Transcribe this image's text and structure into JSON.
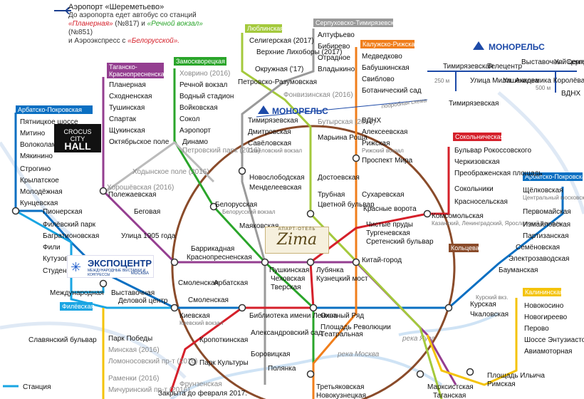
{
  "airport": {
    "title": "Аэропорт «Шереметьево»",
    "line1": "До аэропорта едет автобус со станций",
    "planernaya": "«Планерная»",
    "planernaya_num": "(№817) и",
    "rechnoy": "«Речной вокзал»",
    "rechnoy_num": "(№851)",
    "line3": "и Аэроэкспресс с",
    "belorusskaya": "«Белорусской»."
  },
  "crocus": {
    "line1": "CROCUS",
    "line2": "CITY",
    "line3": "HALL"
  },
  "zima": {
    "small": "АПАРТ-ОТЕЛЬ",
    "big": "Zima"
  },
  "expo": {
    "big": "ЭКСПОЦЕНТР",
    "small": "МЕЖДУНАРОДНЫЕ ВЫСТАВКИ И КОНГРЕССЫ",
    "sub": "МОСКВА"
  },
  "monorail": {
    "logo_right": "МОНОРЕЛЬС",
    "logo_center": "МОНОРЕЛЬС",
    "detailed": "подробная схема",
    "stations": [
      "Тимирязевская",
      "Телецентр",
      "Выставочный центр",
      "Ул. Сергея Эйзенштейна",
      "Улица Милашенкова",
      "Ул. Академика Королёва",
      "ВДНХ"
    ],
    "dist1": "250 м",
    "dist2": "500 м"
  },
  "tags": [
    {
      "id": "arbatsko-1",
      "text": "Арбатско-Покровская",
      "color": "#0a6fc2"
    },
    {
      "id": "taganskaya",
      "text": "Таганско-",
      "text2": "Краснопресненская",
      "color": "#943e90"
    },
    {
      "id": "zamoskv",
      "text": "Замоскворецкая",
      "color": "#2aa52a"
    },
    {
      "id": "lyublinskaya",
      "text": "Люблинская",
      "color": "#a4c93c"
    },
    {
      "id": "serpukh",
      "text": "Серпуховско-Тимирязевская",
      "color": "#9a9a9a"
    },
    {
      "id": "kaluzh",
      "text": "Калужско-Рижская",
      "color": "#f07e1b"
    },
    {
      "id": "sokol",
      "text": "Сокольническая",
      "color": "#d5202a"
    },
    {
      "id": "arbatsko-2",
      "text": "Арбатско-Покровская",
      "color": "#0a6fc2"
    },
    {
      "id": "kaliniskaya",
      "text": "Калининская",
      "color": "#f4c30a",
      "dark": true
    },
    {
      "id": "filevskaya",
      "text": "Филёвская",
      "color": "#19a5e3"
    },
    {
      "id": "koltsevaya",
      "text": "Кольцевая",
      "color": "#8a4b2a"
    }
  ],
  "stations": {
    "arbatsko_left": [
      "Пятницкое шоссе",
      "Митино",
      "Волоколамская",
      "Мякинино",
      "Строгино",
      "Крылатское",
      "Молодёжная",
      "Кунцевская"
    ],
    "tagansk_left": [
      "Планерная",
      "Сходненская",
      "Тушинская",
      "Спартак",
      "Щукинская",
      "Октябрьское поле"
    ],
    "tagansk_mid": [
      "Полежаевская",
      "Беговая",
      "Улица 1905 года",
      "Баррикадная",
      "Краснопресненская"
    ],
    "zamosk_left": [
      "Ховрино (2016)",
      "Речной вокзал",
      "Водный стадион",
      "Войковская",
      "Сокол",
      "Аэропорт",
      "Динамо"
    ],
    "zamosk_extra": [
      "Петровский парк (2016)"
    ],
    "khodynskoe": [
      "Ходынское поле (2016)",
      "Хорошёвская (2016)"
    ],
    "lyublin": [
      "Селигерская (2017)",
      "Верхние Лихоборы (2017)",
      "Окружная ('17)",
      "Петровско-Разумовская",
      "Фонвизинская (2016)",
      "Бутырская (2016)",
      "Марьина Роща",
      "Достоевская",
      "Трубная"
    ],
    "serp_top": [
      "Алтуфьево",
      "Бибирево",
      "Отрадное",
      "Владыкино"
    ],
    "serp_mid": [
      "Тимирязевская",
      "Дмитровская",
      "Савёловская",
      "Савёловский вокзал",
      "Новослободская",
      "Менделеевская",
      "Цветной бульвар",
      "Чеховская",
      "Боровицкая",
      "Полянка"
    ],
    "kaluzh": [
      "Медведково",
      "Бабушкинская",
      "Свиблово",
      "Ботанический сад",
      "ВДНХ",
      "Алексеевская",
      "Рижская",
      "Рижский вокзал",
      "Проспект Мира",
      "Сухаревская",
      "Тургеневская",
      "Китай-город",
      "Третьяковская"
    ],
    "sokol": [
      "Бульвар Рокоссовского",
      "Черкизовская",
      "Преображенская площадь",
      "Сокольники",
      "Красносельская",
      "Комсомольская",
      "Красные ворота",
      "Чистые пруды",
      "Лубянка",
      "Охотный Ряд",
      "Библиотека имени Ленина",
      "Кропоткинская",
      "Парк Культуры",
      "Фрунзенская",
      "Закрыта до февраля 2017."
    ],
    "kazan_note": "Казанский, Ленинградский, Ярославский вокзалы",
    "arbatsko_right": [
      "Щёлковская",
      "Первомайская",
      "Измайловская",
      "Партизанская",
      "Семёновская",
      "Электрозаводская",
      "Бауманская"
    ],
    "shchelk_note": "Центральный московский автовокзал",
    "fil": [
      "Кутузовская",
      "Студенческая",
      "Международная",
      "Выставочная",
      "Деловой центр",
      "Филёвский парк",
      "Багратионовская",
      "Фили",
      "Пионерская",
      "Смоленская",
      "Александровский сад"
    ],
    "arbat_mid": [
      "Смоленская",
      "Арбатская",
      "Киевская",
      "Киевский вокзал",
      "Площадь Революции",
      "Курская",
      "Курский вкз."
    ],
    "ring": [
      "Белорусская",
      "Белорусский вокзал",
      "Маяковская",
      "Пушкинская",
      "Тверская",
      "Кузнецкий мост",
      "Сретенский бульвар",
      "Театральная",
      "Чкаловская",
      "Марксистская",
      "Таганская",
      "Новокузнецкая"
    ],
    "south_left": [
      "Славянский бульвар",
      "Парк Победы",
      "Минская (2016)",
      "Ломоносовский пр-т (2016)",
      "Раменки (2016)",
      "Мичуринский пр-т (2016)"
    ],
    "kalin": [
      "Новокосино",
      "Новогиреево",
      "Перово",
      "Шоссе Энтузиастов",
      "Авиамоторная",
      "Площадь Ильича",
      "Римская"
    ],
    "rivers": [
      "река Москва",
      "река Яуза"
    ]
  },
  "legend": {
    "station": "Станция"
  }
}
